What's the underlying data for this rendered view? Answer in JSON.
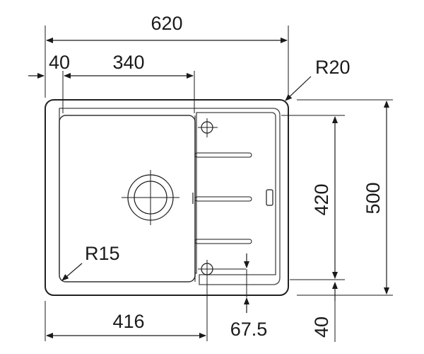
{
  "dimensions": {
    "overall_width": "620",
    "bowl_offset": "40",
    "bowl_width": "340",
    "corner_radius_outer": "R20",
    "corner_radius_bowl": "R15",
    "overall_depth": "500",
    "bowl_depth": "420",
    "bottom_to_tap_width": "416",
    "tap_hole_offset": "67.5",
    "bottom_edge": "40"
  },
  "colors": {
    "line": "#1a1a1a",
    "background": "#ffffff"
  }
}
